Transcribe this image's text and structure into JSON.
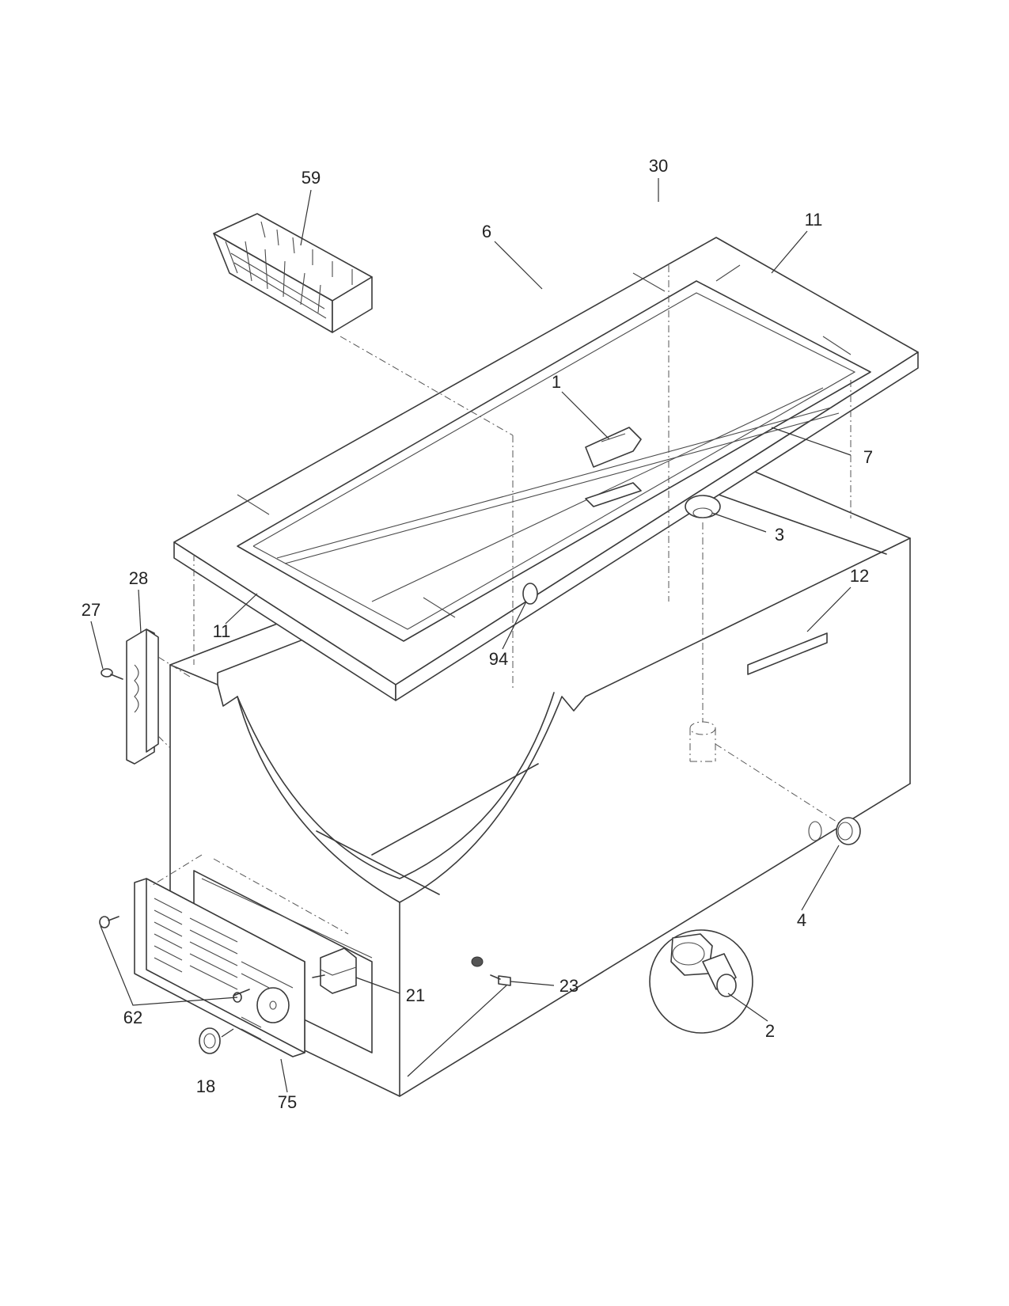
{
  "callouts": [
    {
      "id": "c59",
      "label": "59"
    },
    {
      "id": "c30",
      "label": "30"
    },
    {
      "id": "c6",
      "label": "6"
    },
    {
      "id": "c11a",
      "label": "11"
    },
    {
      "id": "c1",
      "label": "1"
    },
    {
      "id": "c7",
      "label": "7"
    },
    {
      "id": "c3",
      "label": "3"
    },
    {
      "id": "c12",
      "label": "12"
    },
    {
      "id": "c28",
      "label": "28"
    },
    {
      "id": "c27",
      "label": "27"
    },
    {
      "id": "c11b",
      "label": "11"
    },
    {
      "id": "c94",
      "label": "94"
    },
    {
      "id": "c4",
      "label": "4"
    },
    {
      "id": "c21",
      "label": "21"
    },
    {
      "id": "c23",
      "label": "23"
    },
    {
      "id": "c2",
      "label": "2"
    },
    {
      "id": "c62",
      "label": "62"
    },
    {
      "id": "c18",
      "label": "18"
    },
    {
      "id": "c75",
      "label": "75"
    }
  ]
}
